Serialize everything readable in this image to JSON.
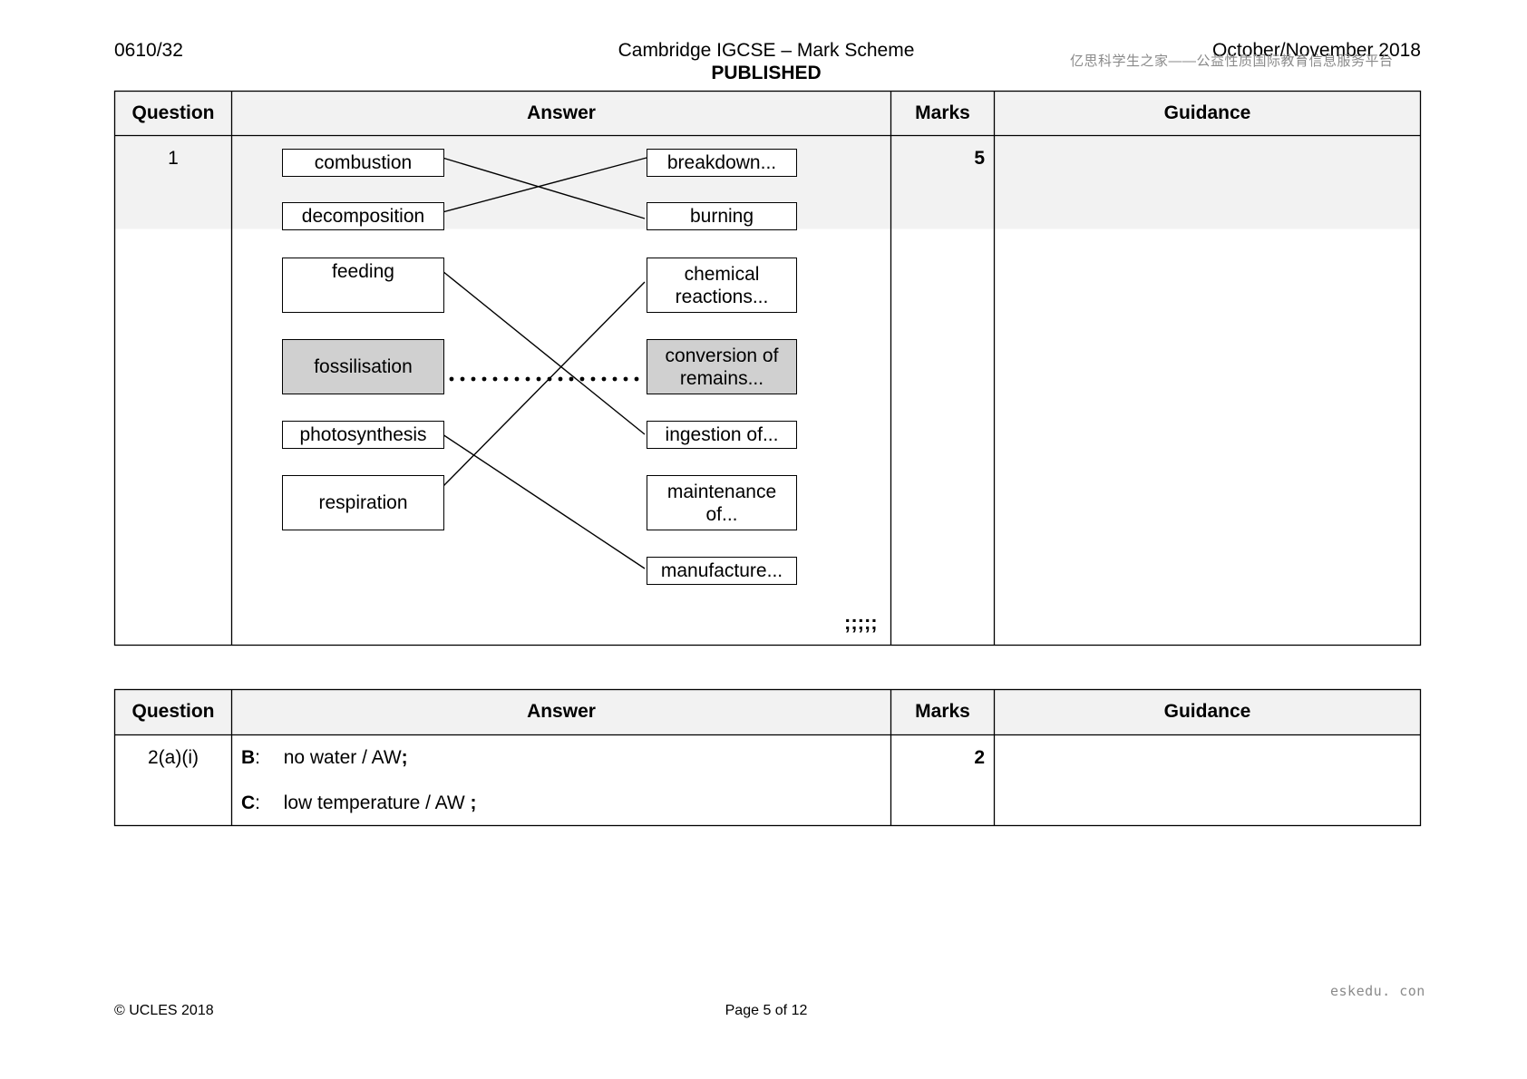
{
  "header": {
    "code": "0610/32",
    "title": "Cambridge IGCSE – Mark Scheme",
    "subtitle": "PUBLISHED",
    "session": "October/November 2018",
    "watermark": "亿思科学生之家——公益性质国际教育信息服务平台"
  },
  "table_headers": {
    "question": "Question",
    "answer": "Answer",
    "marks": "Marks",
    "guidance": "Guidance"
  },
  "q1": {
    "question": "1",
    "marks": "5",
    "left_terms": [
      "combustion",
      "decomposition",
      "feeding",
      "fossilisation",
      "photosynthesis",
      "respiration"
    ],
    "right_terms": [
      "breakdown...",
      "burning",
      "chemical reactions...",
      "conversion of remains...",
      "ingestion of...",
      "maintenance of...",
      "manufacture..."
    ],
    "links": [
      [
        0,
        1
      ],
      [
        1,
        0
      ],
      [
        2,
        4
      ],
      [
        3,
        3
      ],
      [
        4,
        6
      ],
      [
        5,
        2
      ]
    ],
    "example_link": [
      3,
      3
    ],
    "mark_points": ";;;;;"
  },
  "q2": {
    "question": "2(a)(i)",
    "marks": "2",
    "lines": [
      {
        "label": "B",
        "text": "no water / AW",
        "end": ";"
      },
      {
        "label": "C",
        "text": "low temperature  / AW",
        "end": ";"
      }
    ]
  },
  "footer": {
    "copyright": "© UCLES 2018",
    "page": "Page 5 of 12",
    "site": "eskedu. con"
  }
}
